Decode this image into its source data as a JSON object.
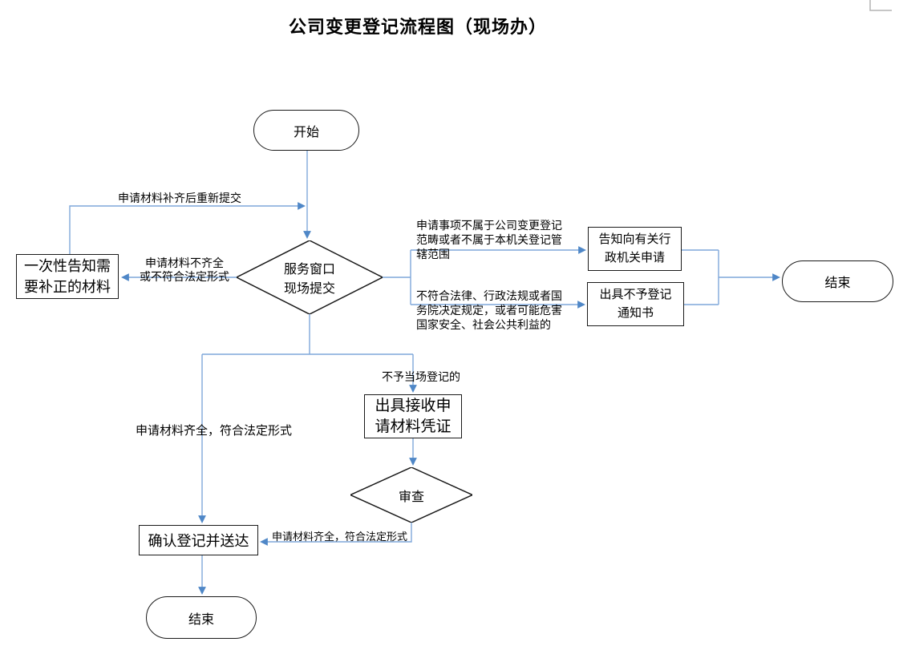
{
  "title": "公司变更登记流程图（现场办）",
  "nodes": {
    "start": {
      "label": "开始"
    },
    "submit_window": {
      "lines": [
        "服务窗口",
        "现场提交"
      ]
    },
    "onetime_inform": {
      "lines": [
        "一次性告知需",
        "要补正的材料"
      ]
    },
    "inform_apply": {
      "lines": [
        "告知向有关行",
        "政机关申请"
      ]
    },
    "refuse_notice": {
      "lines": [
        "出具不予登记",
        "通知书"
      ]
    },
    "end_right": {
      "label": "结束"
    },
    "receipt": {
      "lines": [
        "出具接收申",
        "请材料凭证"
      ]
    },
    "review": {
      "label": "审查"
    },
    "confirm": {
      "label": "确认登记并送达"
    },
    "end_bottom": {
      "label": "结束"
    }
  },
  "edge_labels": {
    "resubmit": "申请材料补齐后重新提交",
    "incomplete": {
      "lines": [
        "申请材料不齐全",
        "或不符合法定形式"
      ]
    },
    "not_in_scope": {
      "lines": [
        "申请事项不属于公司变更登记",
        "范畴或者不属于本机关登记管",
        "辖范围"
      ]
    },
    "illegal": {
      "lines": [
        "不符合法律、行政法规或者国",
        "务院决定规定，或者可能危害",
        "国家安全、社会公共利益的"
      ]
    },
    "not_onsite": "不予当场登记的",
    "complete_left": "申请材料齐全，符合法定形式",
    "complete_bottom": "申请材料齐全，符合法定形式"
  },
  "colors": {
    "connector": "#7fa7da",
    "arrowhead": "#4f87c7",
    "shape_border": "#1a1a1a",
    "corner_mark": "#b3b3b3"
  }
}
